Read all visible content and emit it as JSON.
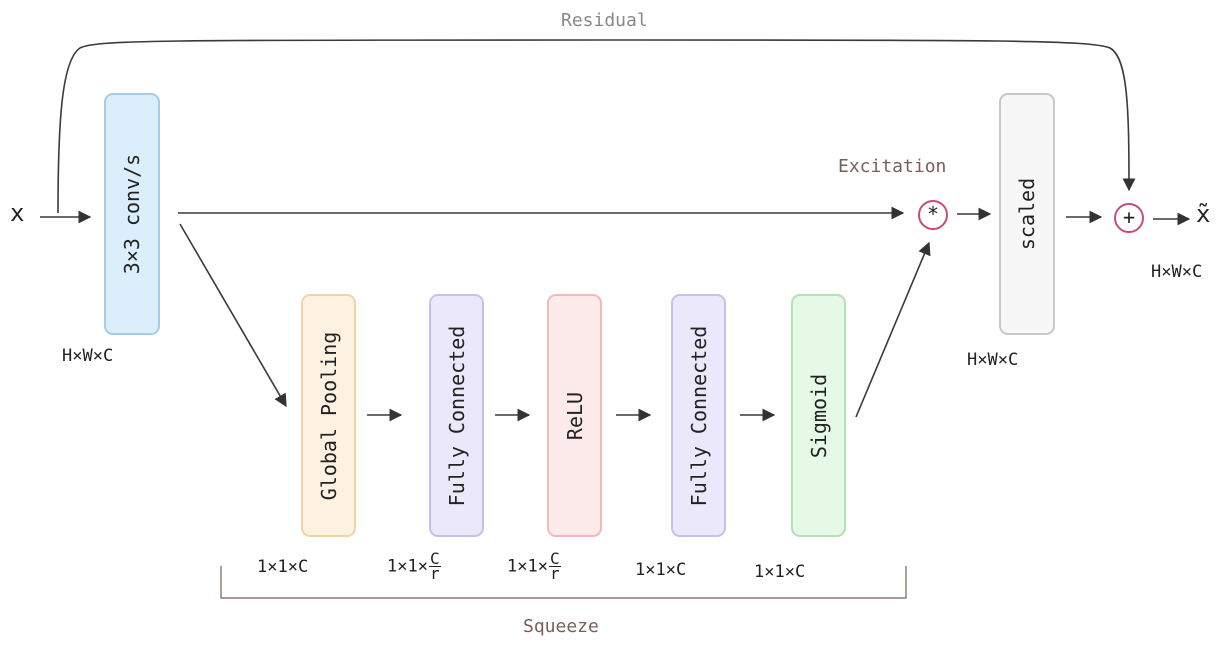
{
  "input_label": "x",
  "output_label": "x̃",
  "output_dim": "H×W×C",
  "residual_label": "Residual",
  "excitation_label": "Excitation",
  "squeeze_label": "Squeeze",
  "conv_block": {
    "label": "3×3 conv/s",
    "dim": "H×W×C",
    "color": "#dbeefb",
    "border": "#a8cbe8"
  },
  "scaled_block": {
    "label": "scaled",
    "dim": "H×W×C",
    "color": "#f7f7f8",
    "border": "#c8c8cc"
  },
  "squeeze_blocks": [
    {
      "label": "Global Pooling",
      "dim": "1×1×C",
      "color": "#fdf1e1",
      "border": "#f3d2a6"
    },
    {
      "label": "Fully Connected",
      "dim_prefix": "1×1×",
      "frac_num": "C",
      "frac_den": "r",
      "color": "#ece8fb",
      "border": "#c9bfee"
    },
    {
      "label": "ReLU",
      "dim_prefix": "1×1×",
      "frac_num": "C",
      "frac_den": "r",
      "color": "#fdebec",
      "border": "#f0b9bd"
    },
    {
      "label": "Fully Connected",
      "dim": "1×1×C",
      "color": "#ece8fb",
      "border": "#c9bfee"
    },
    {
      "label": "Sigmoid",
      "dim": "1×1×C",
      "color": "#e6f8e6",
      "border": "#b3e2b3"
    }
  ],
  "multiply_op": "*",
  "add_op": "+"
}
